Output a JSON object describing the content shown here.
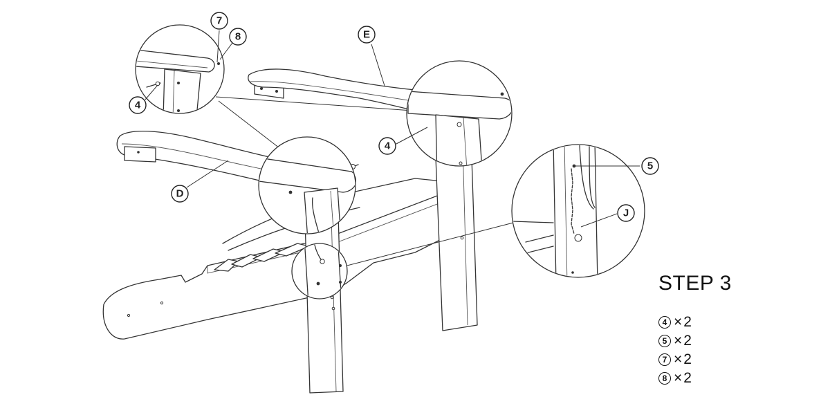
{
  "step": {
    "title": "STEP 3"
  },
  "callouts": {
    "arm_e": "E",
    "arm_d": "D",
    "bolt_4_detail": "4",
    "bolt_4_main": "4",
    "washer_8": "8",
    "nut_7": "7",
    "chain_5": "5",
    "part_j": "J"
  },
  "hardware": [
    {
      "number": "4",
      "sep": "×",
      "qty": "2"
    },
    {
      "number": "5",
      "sep": "×",
      "qty": "2"
    },
    {
      "number": "7",
      "sep": "×",
      "qty": "2"
    },
    {
      "number": "8",
      "sep": "×",
      "qty": "2"
    }
  ],
  "colors": {
    "line": "#333333",
    "background": "#ffffff",
    "text": "#111111"
  }
}
